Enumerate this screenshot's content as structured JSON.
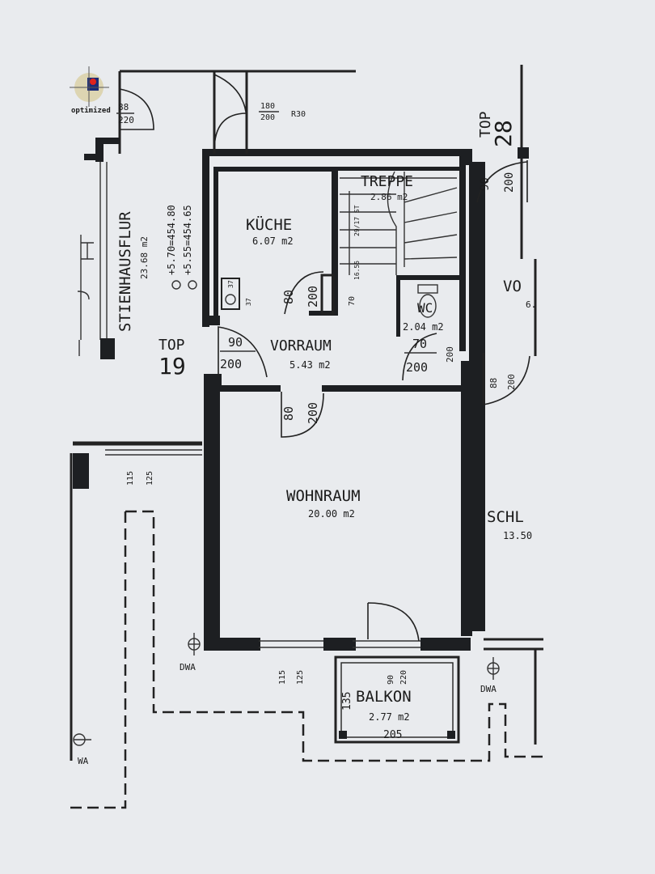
{
  "brand": {
    "color": "#e0241d"
  },
  "stamp": {
    "text": "optimized"
  },
  "rooms": {
    "kueche": {
      "name": "KÜCHE",
      "area": "6.07 m2"
    },
    "treppe": {
      "name": "TREPPE",
      "area": "2.86 m2"
    },
    "wc": {
      "name": "WC",
      "area": "2.04 m2"
    },
    "vorraum": {
      "name": "VORRAUM",
      "area": "5.43 m2"
    },
    "wohnraum": {
      "name": "WOHNRAUM",
      "area": "20.00 m2"
    },
    "balkon": {
      "name": "BALKON",
      "area": "2.77 m2"
    },
    "stiegenhaus": {
      "name": "STIENHAUSFLUR",
      "area": "23.68 m2"
    },
    "schl": {
      "name": "SCHL",
      "area": "13.50"
    },
    "vo": {
      "name": "VO",
      "area": "6."
    }
  },
  "units": {
    "top19": {
      "label": "TOP",
      "number": "19"
    },
    "top28": {
      "label": "TOP",
      "number": "28"
    }
  },
  "levels": {
    "upper": "+5.70=454.80",
    "lower": "+5.55=454.65"
  },
  "dims": {
    "door_top_w": "180",
    "door_top_h": "200",
    "door_top_r": "R30",
    "corr_door_w": "88",
    "corr_door_h": "220",
    "kueche_door_w": "80",
    "kueche_door_h": "200",
    "entry_door_w": "90",
    "entry_door_h": "200",
    "wohn_door_w": "80",
    "wohn_door_h": "200",
    "wc_door_w": "70",
    "wc_door_h": "200",
    "wc_side": "200",
    "top28_door_w": "90",
    "top28_door_h": "200",
    "right_door_w": "88",
    "right_door_h": "200",
    "kitchen_small": "37",
    "kitchen_small_2": "37",
    "stair_70": "70",
    "stair_notes": [
      "29/17 ST",
      "16.55"
    ],
    "left_win_w": "115",
    "left_win_h": "125",
    "bottom_win_w": "115",
    "bottom_win_h": "125",
    "balkon_door_w": "90",
    "balkon_door_h": "220",
    "balkon_depth": "135",
    "balkon_width": "205"
  },
  "symbols": {
    "dwa_left": "DWA",
    "dwa_right": "DWA",
    "dwa_far": "WA"
  }
}
